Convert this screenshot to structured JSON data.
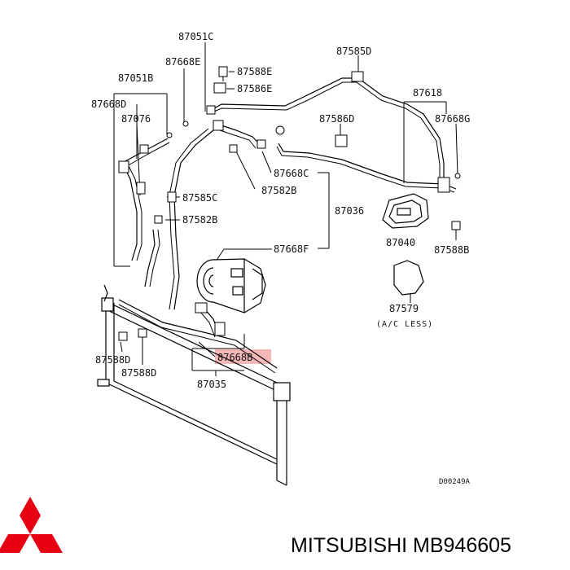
{
  "part_labels": {
    "p87051C": "87051C",
    "p87668E": "87668E",
    "p87588E": "87588E",
    "p87586E": "87586E",
    "p87585D": "87585D",
    "p87051B": "87051B",
    "p87668D": "87668D",
    "p87076": "87076",
    "p87618": "87618",
    "p87586D": "87586D",
    "p87668G": "87668G",
    "p87668C": "87668C",
    "p87582B_upper": "87582B",
    "p87585C": "87585C",
    "p87036": "87036",
    "p87582B_lower": "87582B",
    "p87040": "87040",
    "p87588B": "87588B",
    "p87668F": "87668F",
    "p87579": "87579",
    "p87588D_left": "87588D",
    "p87668B": "87668B",
    "p87588D_lower": "87588D",
    "p87035": "87035"
  },
  "notes": {
    "ac_less": "(A/C LESS)",
    "diagram_code": "D00249A"
  },
  "highlighted_part": "87668B",
  "highlight_color": "#f6b7b7",
  "brand": {
    "logo": "mitsubishi-three-diamonds",
    "logo_color": "#e60012",
    "caption": "MITSUBISHI MB946605"
  }
}
